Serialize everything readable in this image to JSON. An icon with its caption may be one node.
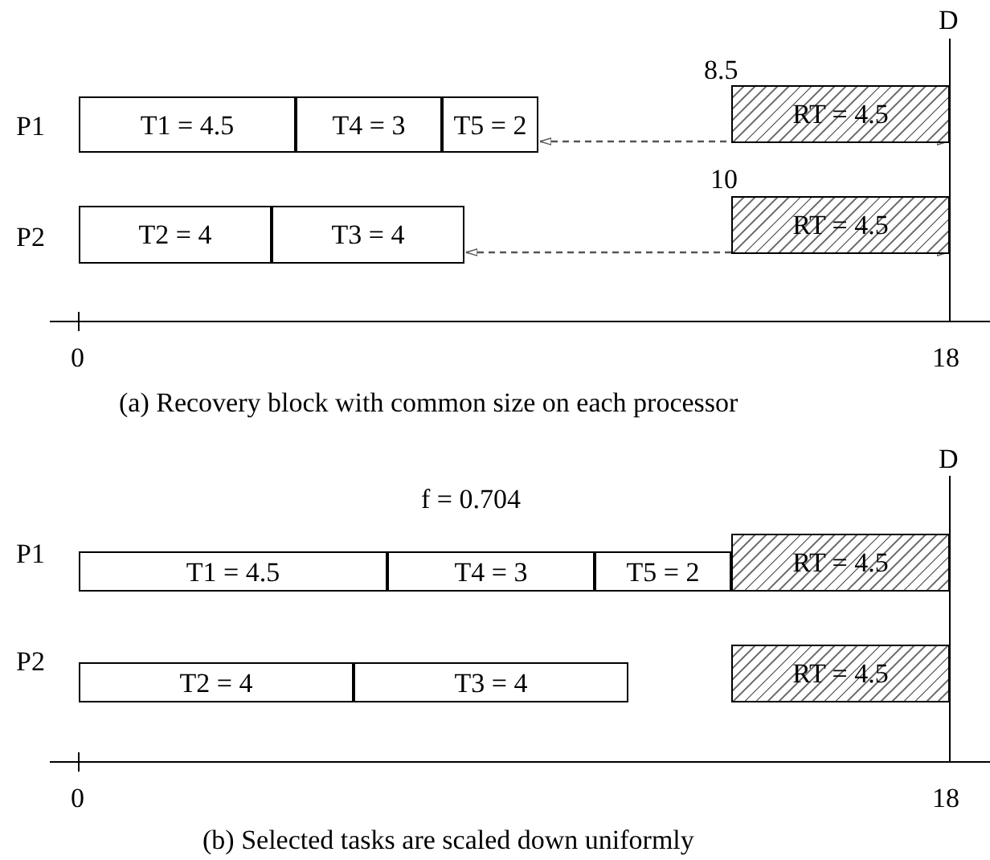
{
  "diagram": {
    "nodes": [
      {
        "text": [
          "T1 = 4.5"
        ]
      },
      {
        "text": [
          "T4 = 3"
        ]
      },
      {
        "text": [
          "T5 = 2"
        ]
      },
      {
        "text": [
          "RT = 4.5"
        ],
        "beside": [
          "8.5"
        ]
      },
      {
        "text": [
          "T2 = 4"
        ]
      },
      {
        "text": [
          "T3 = 4"
        ]
      },
      {
        "text": [
          "RT = 4.5"
        ],
        "beside": [
          "10"
        ]
      },
      {
        "text": [
          "T1 = 4.5"
        ]
      },
      {
        "text": [
          "T4 = 3"
        ]
      },
      {
        "text": [
          "T5 = 2"
        ]
      },
      {
        "text": [
          "RT = 4.5"
        ]
      },
      {
        "text": [
          "T2 = 4"
        ]
      },
      {
        "text": [
          "T3 = 4"
        ]
      },
      {
        "text": [
          "RT = 4.5"
        ]
      }
    ],
    "edges": [
      {
        "from": 2,
        "to": 3,
        "arrow": "both",
        "style": "dashed"
      },
      {
        "from": 5,
        "to": 6,
        "arrow": "both",
        "style": "dashed"
      }
    ],
    "labels": [
      "D",
      "P1",
      "P2",
      "0",
      "18",
      "(a) Recovery block with common size on each processor",
      "D",
      "f = 0.704",
      "P1",
      "P2",
      "0",
      "18",
      "(b) Selected tasks are scaled down uniformly"
    ]
  }
}
